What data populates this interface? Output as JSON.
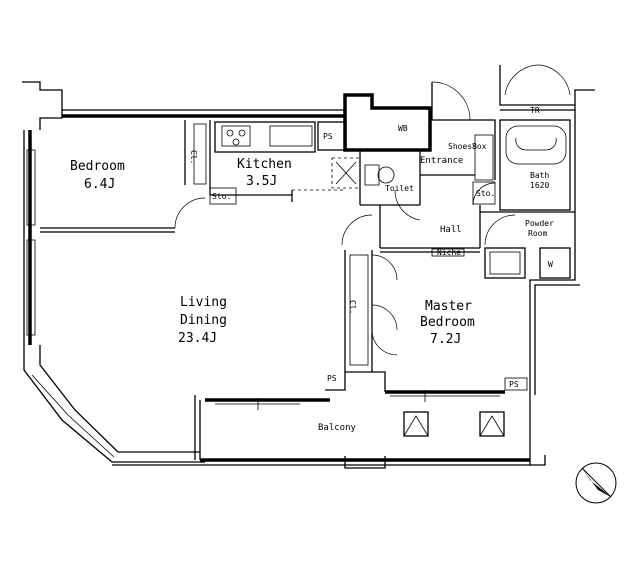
{
  "rooms": {
    "bedroom": {
      "name": "Bedroom",
      "size": "6.4J"
    },
    "kitchen": {
      "name": "Kitchen",
      "size": "3.5J"
    },
    "living": {
      "name1": "Living",
      "name2": "Dining",
      "size": "23.4J"
    },
    "master": {
      "name1": "Master",
      "name2": "Bedroom",
      "size": "7.2J"
    },
    "hall": {
      "name": "Hall"
    },
    "balcony": {
      "name": "Balcony"
    },
    "entrance": {
      "name": "Entrance"
    },
    "toilet": {
      "name": "Toilet"
    },
    "bath": {
      "name": "Bath",
      "size": "1620"
    },
    "powder": {
      "name1": "Powder",
      "name2": "Room"
    }
  },
  "labels": {
    "shoebox": "ShoesBox",
    "tr": "TR",
    "wb": "WB",
    "ps": "PS",
    "cl": "Cl.",
    "sto": "Sto.",
    "niche": "Niche",
    "w": "W"
  },
  "icons": [
    "compass-icon"
  ]
}
